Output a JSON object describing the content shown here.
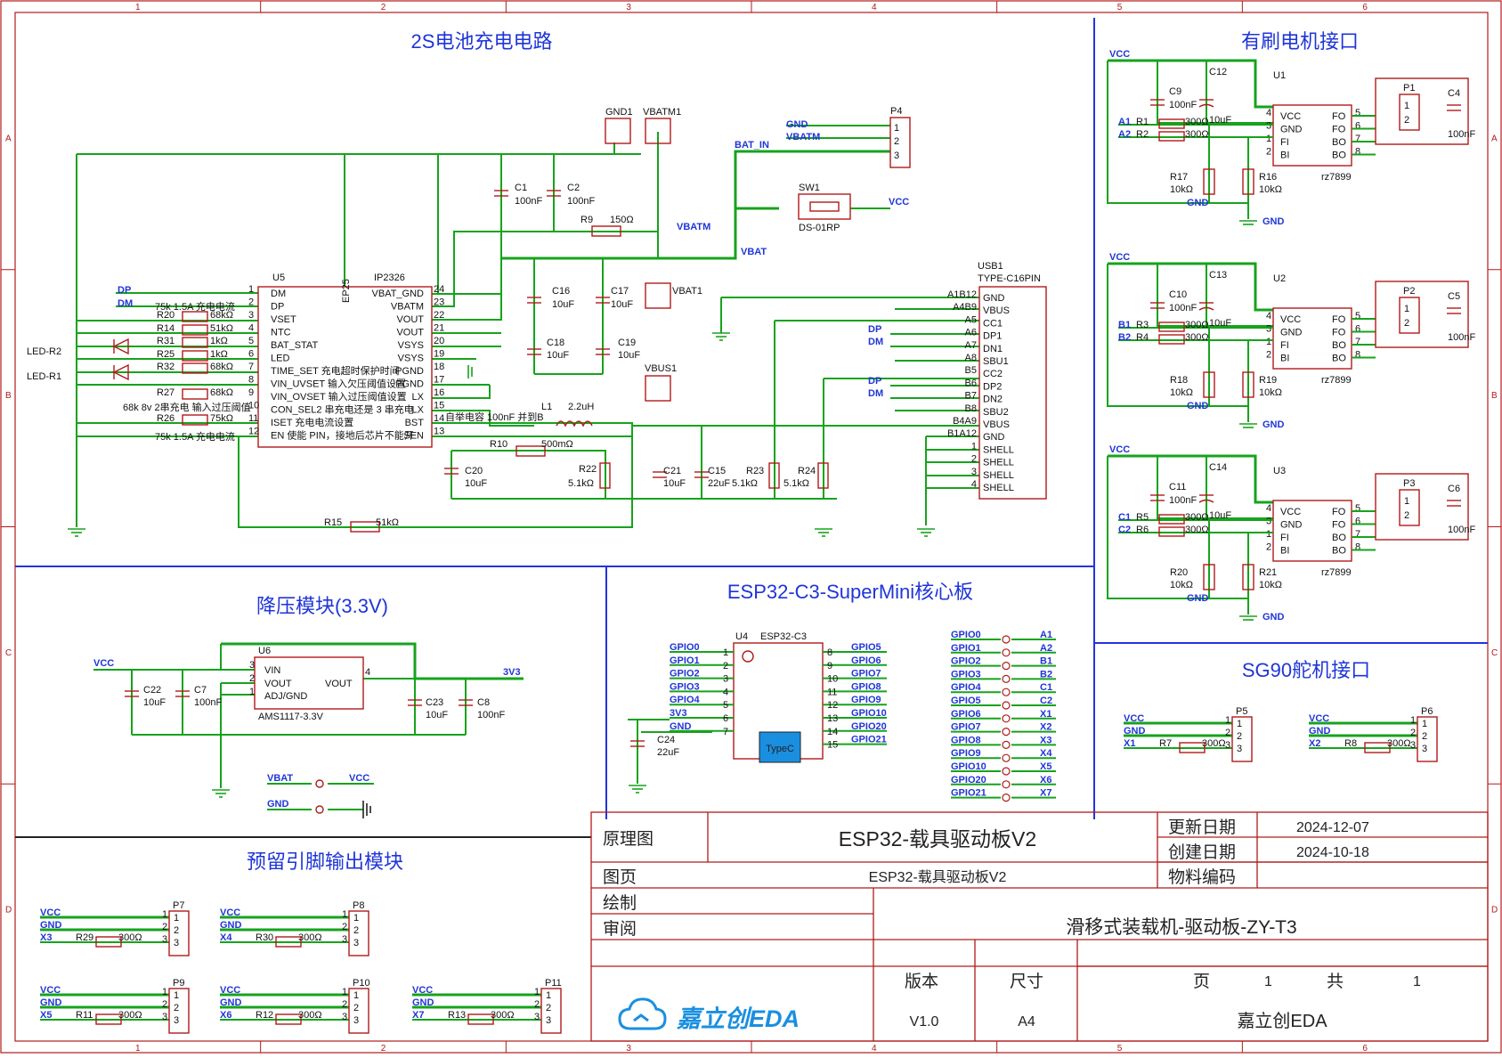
{
  "frame": {
    "col_labels": [
      "1",
      "2",
      "3",
      "4",
      "5",
      "6"
    ],
    "row_labels": [
      "A",
      "B",
      "C",
      "D"
    ]
  },
  "sections": {
    "charger": "2S电池充电电路",
    "motor": "有刷电机接口",
    "buck": "降压模块(3.3V)",
    "esp": "ESP32-C3-SuperMini核心板",
    "servo": "SG90舵机接口",
    "reserved": "预留引脚输出模块"
  },
  "charger": {
    "u5_ref": "U5",
    "u5_part": "IP2326",
    "u5_ep": "EP25",
    "left_pins": [
      {
        "num": "1",
        "name": "DM"
      },
      {
        "num": "2",
        "name": "DP"
      },
      {
        "num": "3",
        "name": "VSET"
      },
      {
        "num": "4",
        "name": "NTC"
      },
      {
        "num": "5",
        "name": "BAT_STAT"
      },
      {
        "num": "6",
        "name": "LED"
      },
      {
        "num": "7",
        "name": "TIME_SET 充电超时保护时间"
      },
      {
        "num": "8",
        "name": "VIN_UVSET 输入欠压阈值设置"
      },
      {
        "num": "9",
        "name": "VIN_OVSET 输入过压阈值设置"
      },
      {
        "num": "10",
        "name": "CON_SEL2 串充电还是 3 串充电"
      },
      {
        "num": "11",
        "name": "ISET 充电电流设置"
      },
      {
        "num": "12",
        "name": "EN 使能 PIN，接地后芯片不能开"
      }
    ],
    "right_pins": [
      {
        "num": "24",
        "name": "VBAT_GND"
      },
      {
        "num": "23",
        "name": "VBATM"
      },
      {
        "num": "22",
        "name": "VOUT"
      },
      {
        "num": "21",
        "name": "VOUT"
      },
      {
        "num": "20",
        "name": "VSYS"
      },
      {
        "num": "19",
        "name": "VSYS"
      },
      {
        "num": "18",
        "name": "PGND"
      },
      {
        "num": "17",
        "name": "PGND"
      },
      {
        "num": "16",
        "name": "LX"
      },
      {
        "num": "15",
        "name": "LX"
      },
      {
        "num": "14",
        "name": "BST"
      },
      {
        "num": "13",
        "name": "SEN"
      }
    ],
    "note_rows": [
      "75k 1.5A 充电电流",
      "68k 8v 2串充电 输入过压阈值",
      "75k 1.5A 充电电流"
    ],
    "left_res": [
      {
        "ref": "R20",
        "val": "68kΩ"
      },
      {
        "ref": "R14",
        "val": "51kΩ"
      },
      {
        "ref": "R31",
        "val": "1kΩ"
      },
      {
        "ref": "R25",
        "val": "1kΩ"
      },
      {
        "ref": "R32",
        "val": "68kΩ"
      },
      {
        "ref": "R27",
        "val": "68kΩ"
      },
      {
        "ref": "R26",
        "val": "75kΩ"
      }
    ],
    "led_r2": "LED-R2",
    "led_r1": "LED-R1",
    "dp_label": "DP",
    "dm_label": "DM",
    "gnd1": "GND1",
    "vbatm1": "VBATM1",
    "vbat1": "VBAT1",
    "vbus1": "VBUS1",
    "c1": {
      "ref": "C1",
      "val": "100nF"
    },
    "c2": {
      "ref": "C2",
      "val": "100nF"
    },
    "r9": {
      "ref": "R9",
      "val": "150Ω"
    },
    "vbatm_net": "VBATM",
    "vbat_net": "VBAT",
    "bat_in": "BAT_IN",
    "p4": "P4",
    "p4_nets": [
      "GND",
      "VBATM"
    ],
    "p4_pins": [
      "1",
      "2",
      "3"
    ],
    "sw1": {
      "ref": "SW1",
      "val": "DS-01RP"
    },
    "vcc": "VCC",
    "c16": {
      "ref": "C16",
      "val": "10uF"
    },
    "c17": {
      "ref": "C17",
      "val": "10uF"
    },
    "c18": {
      "ref": "C18",
      "val": "10uF"
    },
    "c19": {
      "ref": "C19",
      "val": "10uF"
    },
    "bst_cap": "自举电容 100nF 并到B",
    "l1": {
      "ref": "L1",
      "val": "2.2uH"
    },
    "r10": {
      "ref": "R10",
      "val": "500mΩ"
    },
    "c20": {
      "ref": "C20",
      "val": "10uF"
    },
    "r22": {
      "ref": "R22",
      "val": "5.1kΩ"
    },
    "c21": {
      "ref": "C21",
      "val": "10uF"
    },
    "c15": {
      "ref": "C15",
      "val": "22uF"
    },
    "r23": {
      "ref": "R23",
      "val": "5.1kΩ"
    },
    "r24": {
      "ref": "R24",
      "val": "5.1kΩ"
    },
    "r15": {
      "ref": "R15",
      "val": "51kΩ"
    },
    "usb_ref": "USB1",
    "usb_part": "TYPE-C16PIN",
    "usb_pins": [
      {
        "num": "A1B12",
        "name": "GND"
      },
      {
        "num": "A4B9",
        "name": "VBUS"
      },
      {
        "num": "A5",
        "name": "CC1"
      },
      {
        "num": "A6",
        "name": "DP1"
      },
      {
        "num": "A7",
        "name": "DN1"
      },
      {
        "num": "A8",
        "name": "SBU1"
      },
      {
        "num": "B5",
        "name": "CC2"
      },
      {
        "num": "B6",
        "name": "DP2"
      },
      {
        "num": "B7",
        "name": "DN2"
      },
      {
        "num": "B8",
        "name": "SBU2"
      },
      {
        "num": "B4A9",
        "name": "VBUS"
      },
      {
        "num": "B1A12",
        "name": "GND"
      },
      {
        "num": "1",
        "name": "SHELL"
      },
      {
        "num": "2",
        "name": "SHELL"
      },
      {
        "num": "3",
        "name": "SHELL"
      },
      {
        "num": "4",
        "name": "SHELL"
      }
    ],
    "usb_dp": "DP",
    "usb_dm": "DM"
  },
  "motor": {
    "vcc": "VCC",
    "gnd": "GND",
    "driver_part": "rz7899",
    "drv_left": [
      {
        "num": "4",
        "name": "VCC"
      },
      {
        "num": "3",
        "name": "GND"
      },
      {
        "num": "1",
        "name": "FI"
      },
      {
        "num": "2",
        "name": "BI"
      }
    ],
    "drv_right": [
      {
        "num": "5",
        "name": "FO"
      },
      {
        "num": "6",
        "name": "FO"
      },
      {
        "num": "7",
        "name": "BO"
      },
      {
        "num": "8",
        "name": "BO"
      }
    ],
    "conn_pins": [
      "1",
      "2"
    ],
    "units": [
      {
        "u": "U1",
        "cap_a": "C9",
        "cap_a_val": "100nF",
        "cap_b": "C12",
        "cap_b_val": "10uF",
        "in_a": "A1",
        "r_a": "R1",
        "in_b": "A2",
        "r_b": "R2",
        "r_val": "300Ω",
        "pd_a": "R17",
        "pd_b": "R16",
        "pd_val": "10kΩ",
        "p": "P1",
        "c_out": "C4",
        "c_out_val": "100nF"
      },
      {
        "u": "U2",
        "cap_a": "C10",
        "cap_a_val": "100nF",
        "cap_b": "C13",
        "cap_b_val": "10uF",
        "in_a": "B1",
        "r_a": "R3",
        "in_b": "B2",
        "r_b": "R4",
        "r_val": "300Ω",
        "pd_a": "R18",
        "pd_b": "R19",
        "pd_val": "10kΩ",
        "p": "P2",
        "c_out": "C5",
        "c_out_val": "100nF"
      },
      {
        "u": "U3",
        "cap_a": "C11",
        "cap_a_val": "100nF",
        "cap_b": "C14",
        "cap_b_val": "10uF",
        "in_a": "C1",
        "r_a": "R5",
        "in_b": "C2",
        "r_b": "R6",
        "r_val": "300Ω",
        "pd_a": "R20",
        "pd_b": "R21",
        "pd_val": "10kΩ",
        "p": "P3",
        "c_out": "C6",
        "c_out_val": "100nF"
      }
    ]
  },
  "buck": {
    "vcc": "VCC",
    "u6": "U6",
    "part": "AMS1117-3.3V",
    "pins": [
      {
        "num": "3",
        "name": "VIN"
      },
      {
        "num": "2",
        "name": "VOUT"
      },
      {
        "num": "1",
        "name": "ADJ/GND"
      }
    ],
    "out_pin": {
      "num": "4",
      "name": "VOUT"
    },
    "out_net": "3V3",
    "c22": {
      "ref": "C22",
      "val": "10uF"
    },
    "c7": {
      "ref": "C7",
      "val": "100nF"
    },
    "c23": {
      "ref": "C23",
      "val": "10uF"
    },
    "c8": {
      "ref": "C8",
      "val": "100nF"
    },
    "jumper_vbat": "VBAT",
    "jumper_vcc": "VCC",
    "jumper_gnd": "GND"
  },
  "esp": {
    "u4": "U4",
    "part": "ESP32-C3",
    "typec": "TypeC",
    "left": [
      {
        "num": "1",
        "net": "GPIO0"
      },
      {
        "num": "2",
        "net": "GPIO1"
      },
      {
        "num": "3",
        "net": "GPIO2"
      },
      {
        "num": "4",
        "net": "GPIO3"
      },
      {
        "num": "5",
        "net": "GPIO4"
      },
      {
        "num": "6",
        "net": "3V3"
      },
      {
        "num": "7",
        "net": "GND"
      }
    ],
    "right": [
      {
        "num": "8",
        "net": "GPIO5"
      },
      {
        "num": "9",
        "net": "GPIO6"
      },
      {
        "num": "10",
        "net": "GPIO7"
      },
      {
        "num": "11",
        "net": "GPIO8"
      },
      {
        "num": "12",
        "net": "GPIO9"
      },
      {
        "num": "13",
        "net": "GPIO10"
      },
      {
        "num": "14",
        "net": "GPIO20"
      },
      {
        "num": "15",
        "net": "GPIO21"
      }
    ],
    "c24": {
      "ref": "C24",
      "val": "22uF"
    },
    "map": [
      {
        "gpio": "GPIO0",
        "sig": "A1"
      },
      {
        "gpio": "GPIO1",
        "sig": "A2"
      },
      {
        "gpio": "GPIO2",
        "sig": "B1"
      },
      {
        "gpio": "GPIO3",
        "sig": "B2"
      },
      {
        "gpio": "GPIO4",
        "sig": "C1"
      },
      {
        "gpio": "GPIO5",
        "sig": "C2"
      },
      {
        "gpio": "GPIO6",
        "sig": "X1"
      },
      {
        "gpio": "GPIO7",
        "sig": "X2"
      },
      {
        "gpio": "GPIO8",
        "sig": "X3"
      },
      {
        "gpio": "GPIO9",
        "sig": "X4"
      },
      {
        "gpio": "GPIO10",
        "sig": "X5"
      },
      {
        "gpio": "GPIO20",
        "sig": "X6"
      },
      {
        "gpio": "GPIO21",
        "sig": "X7"
      }
    ]
  },
  "headers": [
    {
      "p": "P5",
      "sig": "X1",
      "r": "R7",
      "val": "300Ω"
    },
    {
      "p": "P6",
      "sig": "X2",
      "r": "R8",
      "val": "300Ω"
    },
    {
      "p": "P7",
      "sig": "X3",
      "r": "R29",
      "val": "300Ω"
    },
    {
      "p": "P8",
      "sig": "X4",
      "r": "R30",
      "val": "300Ω"
    },
    {
      "p": "P9",
      "sig": "X5",
      "r": "R11",
      "val": "300Ω"
    },
    {
      "p": "P10",
      "sig": "X6",
      "r": "R12",
      "val": "300Ω"
    },
    {
      "p": "P11",
      "sig": "X7",
      "r": "R13",
      "val": "300Ω"
    }
  ],
  "header_vcc": "VCC",
  "header_gnd": "GND",
  "header_pins": [
    "1",
    "2",
    "3"
  ],
  "title_block": {
    "schematic": "原理图",
    "title": "ESP32-载具驱动板V2",
    "updated_label": "更新日期",
    "updated": "2024-12-07",
    "created_label": "创建日期",
    "created": "2024-10-18",
    "page_label": "图页",
    "page_value": "ESP32-载具驱动板V2",
    "material_label": "物料编码",
    "drawn_label": "绘制",
    "review_label": "审阅",
    "project": "滑移式装载机-驱动板-ZY-T3",
    "version_label": "版本",
    "size_label": "尺寸",
    "sheet_label": "页",
    "sheet_num": "1",
    "total_label": "共",
    "total_num": "1",
    "logo": "嘉立创EDA",
    "version": "V1.0",
    "size": "A4",
    "company": "嘉立创EDA"
  }
}
